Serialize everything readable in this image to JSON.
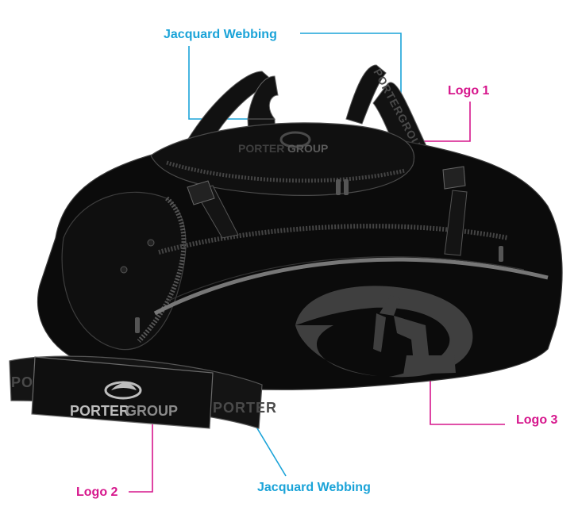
{
  "callouts": {
    "top_webbing": "Jacquard Webbing",
    "logo1": "Logo 1",
    "logo2": "Logo 2",
    "logo3": "Logo 3",
    "bottom_webbing": "Jacquard Webbing"
  },
  "brand": {
    "word1": "PORTER",
    "word2": "GROUP",
    "strap_repeat": "PORTERGROUP"
  },
  "colors": {
    "callout_blue": "#1aa3d8",
    "callout_pink": "#d6168c",
    "bag_body": "#0b0b0b",
    "logo_grey": "#3f3f3f"
  }
}
